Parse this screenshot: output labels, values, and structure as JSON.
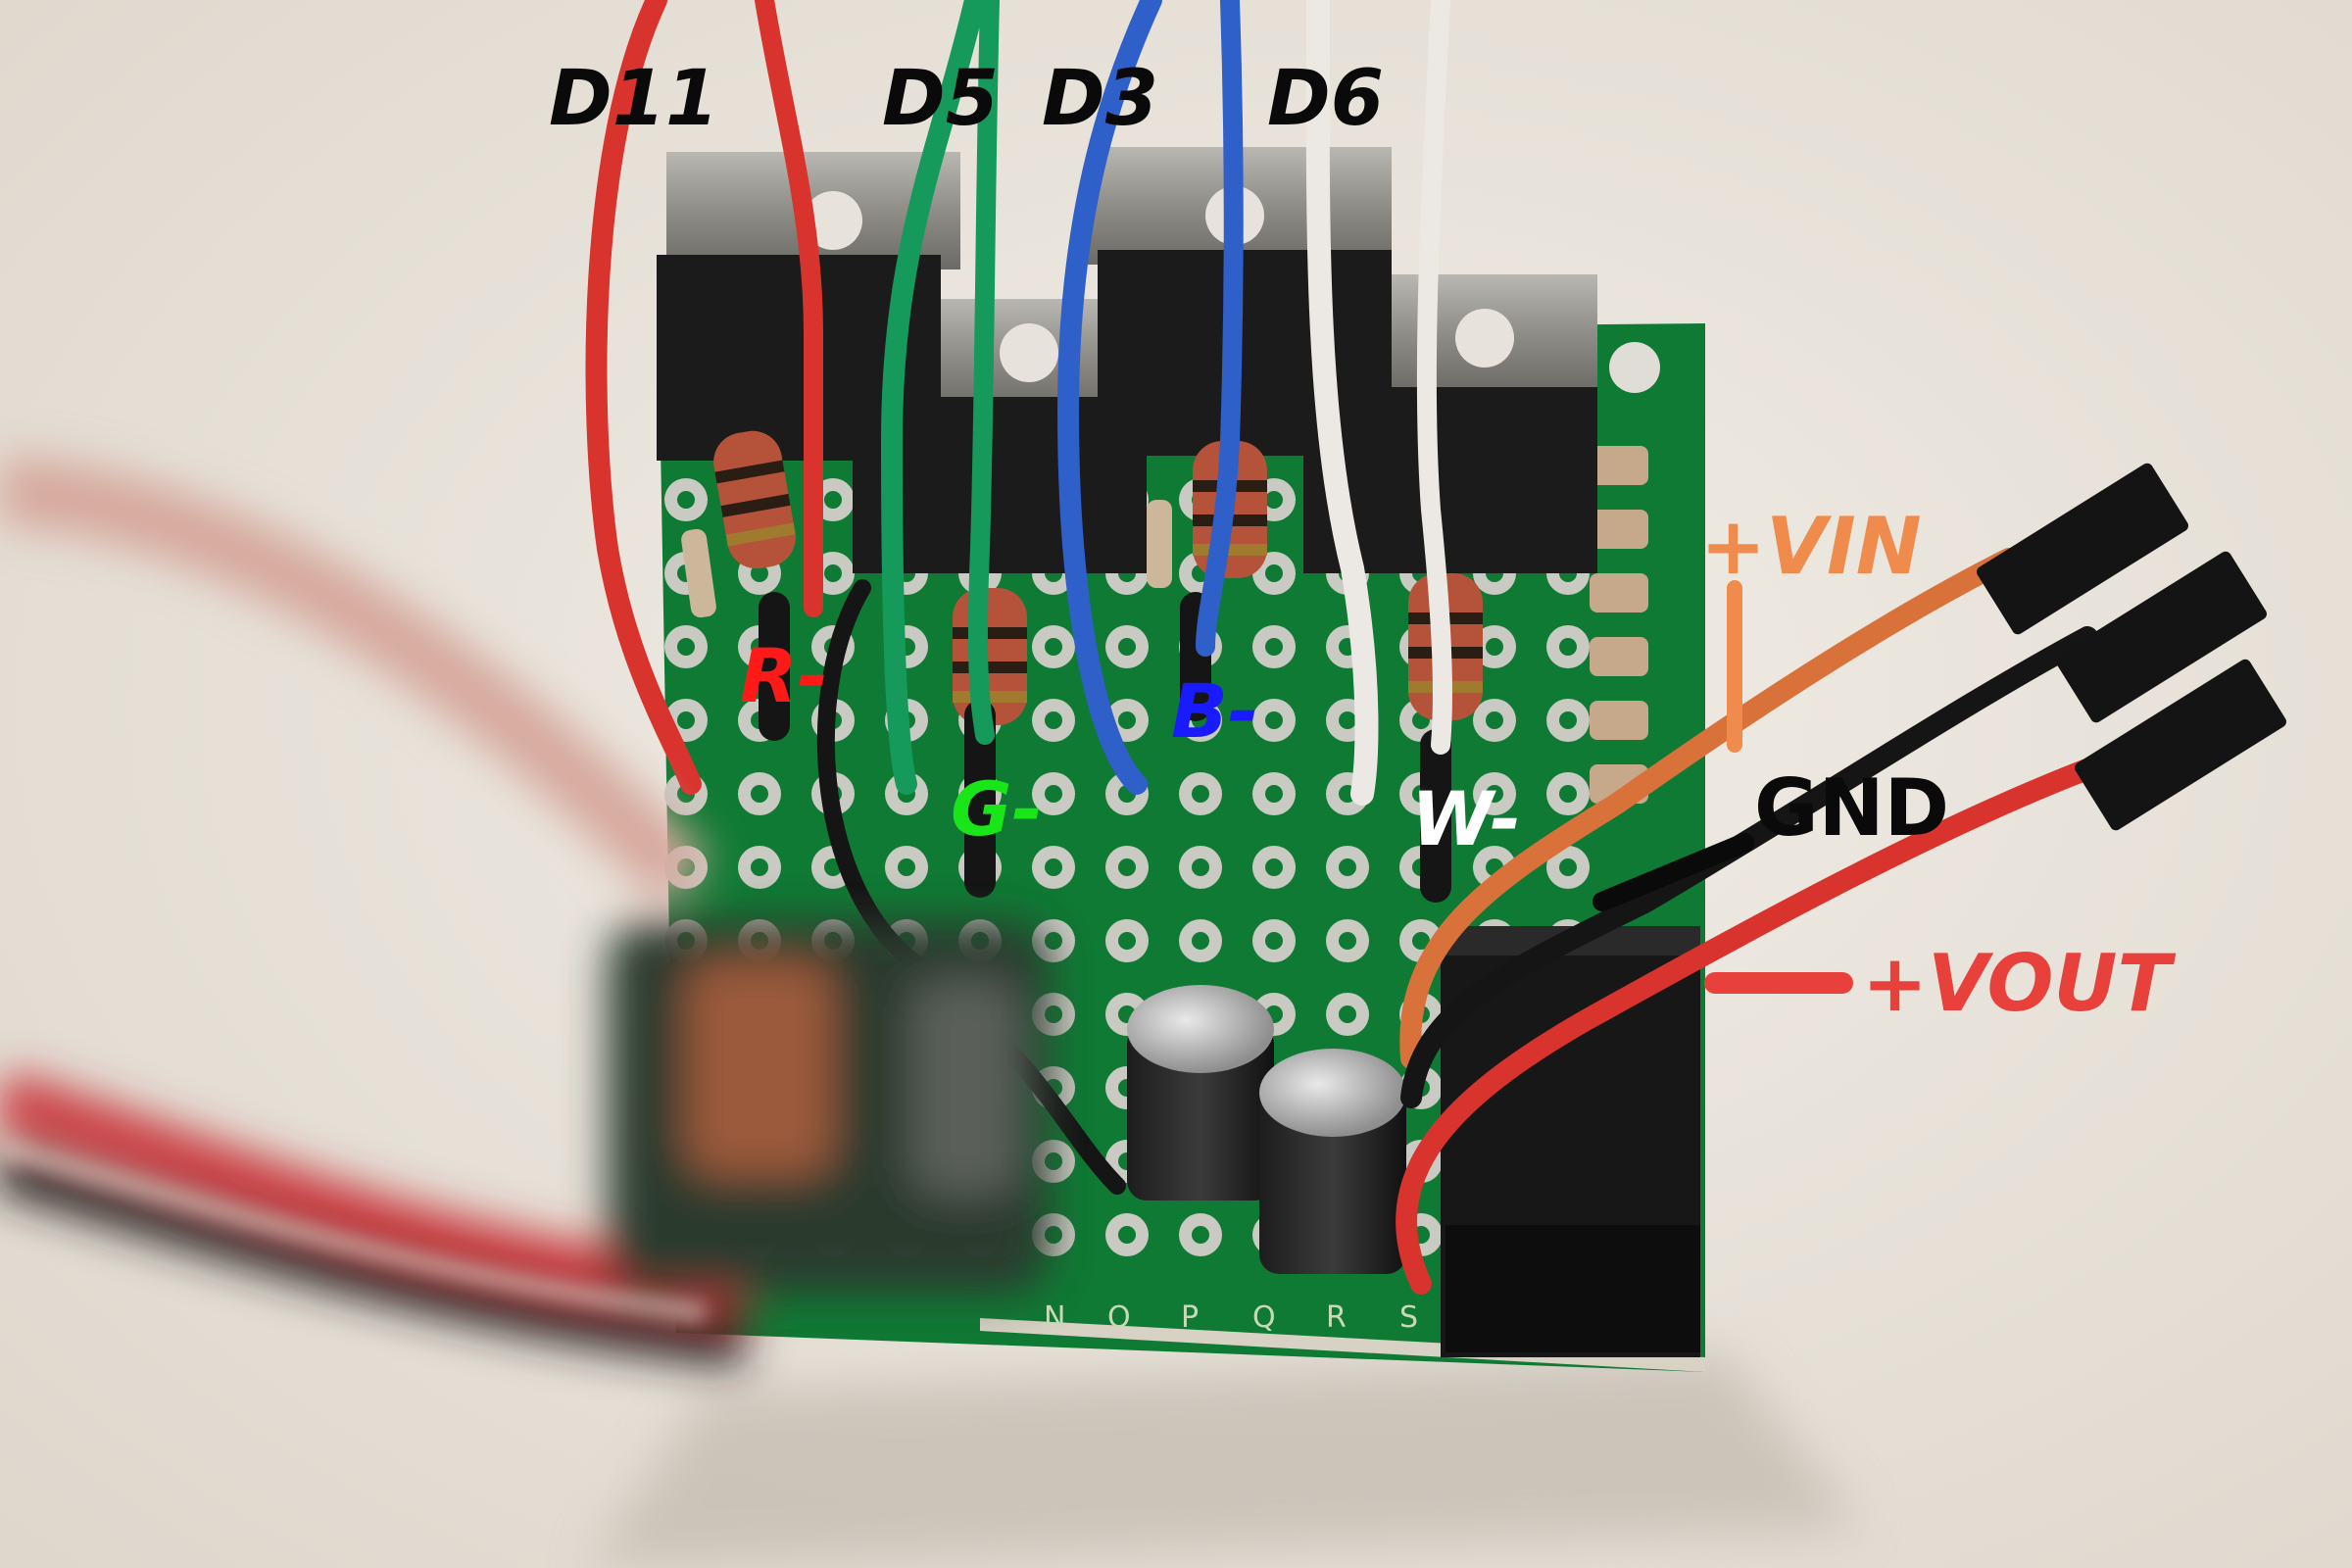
{
  "photo": {
    "subject": "perfboard-led-driver",
    "background_color": "#e9e4dc",
    "board_color": "#0f7a34"
  },
  "pin_labels": {
    "d11": "D11",
    "d5": "D5",
    "d3": "D3",
    "d6": "D6"
  },
  "channel_labels": {
    "red": {
      "text": "R-",
      "color": "#ff1a1a"
    },
    "green": {
      "text": "G-",
      "color": "#19e619"
    },
    "blue": {
      "text": "B-",
      "color": "#1a1aff"
    },
    "white": {
      "text": "W-",
      "color": "#ffffff"
    }
  },
  "power_labels": {
    "vin": {
      "text": "+VIN",
      "color": "#ef8c4d"
    },
    "gnd": {
      "text": "GND",
      "color": "#0a0a0a"
    },
    "vout": {
      "text": "+VOUT",
      "color": "#e8413c"
    }
  },
  "board_row_letters": [
    "N",
    "O",
    "P",
    "Q",
    "R",
    "S"
  ],
  "wire_colors": {
    "red": "#d9332e",
    "green": "#169a5c",
    "blue": "#2f5fc9",
    "white": "#ece9e4",
    "black": "#151515",
    "orange": "#d9713b"
  }
}
